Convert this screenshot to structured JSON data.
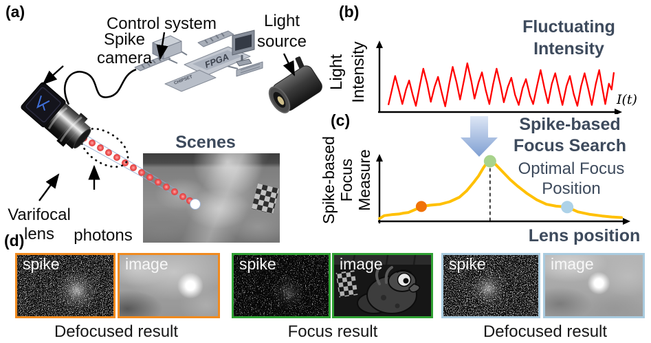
{
  "figure": {
    "panel_a": {
      "label": "(a)",
      "spike_camera_line1": "Spike",
      "spike_camera_line2": "camera",
      "control_system": "Control system",
      "light_line1": "Light",
      "light_line2": "source",
      "varifocal_line1": "Varifocal",
      "varifocal_line2": "lens",
      "photons": "photons",
      "scenes": "Scenes",
      "chip_fpga": "FPGA",
      "chip_chipset": "CHIPSET"
    },
    "panel_b": {
      "label": "(b)",
      "ylabel_line1": "Light",
      "ylabel_line2": "Intensity",
      "title_line1": "Fluctuating",
      "title_line2": "Intensity",
      "signal_label": "I(t)"
    },
    "panel_c": {
      "label": "(c)",
      "ylabel_line1": "Spike-based",
      "ylabel_line2": "Focus",
      "ylabel_line3": "Measure",
      "title_line1": "Spike-based",
      "title_line2": "Focus Search",
      "annotation_line1": "Optimal Focus",
      "annotation_line2": "Position",
      "xlabel": "Lens position"
    },
    "panel_d": {
      "label": "(d)",
      "groups": [
        {
          "caption": "Defocused result",
          "tile1": "spike",
          "tile2": "image",
          "border_color": "#F08A1E"
        },
        {
          "caption": "Focus result",
          "tile1": "spike",
          "tile2": "image",
          "border_color": "#2FA133"
        },
        {
          "caption": "Defocused result",
          "tile1": "spike",
          "tile2": "image",
          "border_color": "#A9CBDF"
        }
      ]
    }
  },
  "colors": {
    "heading_navy": "#3D4A5C",
    "wave_red": "#FF0000",
    "curve_yellow": "#FFC000",
    "photon_red": "#F25D5D",
    "flow_arrow_light": "#DDE6F5",
    "flow_arrow_dark": "#7F9FD2"
  },
  "chart_data": [
    {
      "id": "panel_b",
      "type": "line",
      "title": "Fluctuating Intensity",
      "ylabel": "Light Intensity",
      "xlabel": "I(t)",
      "axes_numeric": false,
      "grid": false,
      "xlim": [
        0,
        1
      ],
      "ylim": [
        0,
        1
      ],
      "series": [
        {
          "name": "fluctuating light intensity",
          "color": "#FF0000",
          "points_norm": [
            [
              0.0,
              0.08
            ],
            [
              0.015,
              0.4
            ],
            [
              0.03,
              0.72
            ],
            [
              0.048,
              0.38
            ],
            [
              0.062,
              0.1
            ],
            [
              0.078,
              0.42
            ],
            [
              0.092,
              0.62
            ],
            [
              0.108,
              0.3
            ],
            [
              0.122,
              0.06
            ],
            [
              0.14,
              0.52
            ],
            [
              0.155,
              0.88
            ],
            [
              0.172,
              0.55
            ],
            [
              0.188,
              0.15
            ],
            [
              0.205,
              0.48
            ],
            [
              0.22,
              0.7
            ],
            [
              0.238,
              0.32
            ],
            [
              0.252,
              0.05
            ],
            [
              0.27,
              0.55
            ],
            [
              0.285,
              0.92
            ],
            [
              0.302,
              0.58
            ],
            [
              0.318,
              0.2
            ],
            [
              0.335,
              0.62
            ],
            [
              0.35,
              1.0
            ],
            [
              0.368,
              0.6
            ],
            [
              0.382,
              0.22
            ],
            [
              0.4,
              0.58
            ],
            [
              0.415,
              0.8
            ],
            [
              0.432,
              0.4
            ],
            [
              0.448,
              0.1
            ],
            [
              0.465,
              0.55
            ],
            [
              0.48,
              0.88
            ],
            [
              0.498,
              0.5
            ],
            [
              0.512,
              0.14
            ],
            [
              0.53,
              0.48
            ],
            [
              0.545,
              0.68
            ],
            [
              0.562,
              0.3
            ],
            [
              0.578,
              0.08
            ],
            [
              0.595,
              0.45
            ],
            [
              0.61,
              0.65
            ],
            [
              0.628,
              0.28
            ],
            [
              0.642,
              0.1
            ],
            [
              0.66,
              0.52
            ],
            [
              0.675,
              0.85
            ],
            [
              0.692,
              0.45
            ],
            [
              0.708,
              0.12
            ],
            [
              0.725,
              0.55
            ],
            [
              0.74,
              0.78
            ],
            [
              0.758,
              0.38
            ],
            [
              0.772,
              0.08
            ],
            [
              0.79,
              0.5
            ],
            [
              0.805,
              0.72
            ],
            [
              0.822,
              0.32
            ],
            [
              0.838,
              0.06
            ],
            [
              0.855,
              0.5
            ],
            [
              0.87,
              0.78
            ],
            [
              0.888,
              0.4
            ],
            [
              0.902,
              0.08
            ],
            [
              0.92,
              0.55
            ],
            [
              0.935,
              0.85
            ],
            [
              0.95,
              0.42
            ],
            [
              0.962,
              0.1
            ],
            [
              0.978,
              0.55
            ],
            [
              0.99,
              0.42
            ],
            [
              1.0,
              0.8
            ]
          ]
        }
      ]
    },
    {
      "id": "panel_c",
      "type": "line",
      "title": "Spike-based Focus Search",
      "ylabel": "Spike-based Focus Measure",
      "xlabel": "Lens position",
      "axes_numeric": false,
      "grid": false,
      "xlim": [
        0,
        1
      ],
      "ylim": [
        0,
        1
      ],
      "series": [
        {
          "name": "spike-based focus measure",
          "color": "#FFC000",
          "points_norm": [
            [
              0.0,
              0.045
            ],
            [
              0.02,
              0.09
            ],
            [
              0.05,
              0.105
            ],
            [
              0.08,
              0.115
            ],
            [
              0.1,
              0.13
            ],
            [
              0.12,
              0.14
            ],
            [
              0.15,
              0.19
            ],
            [
              0.173,
              0.235
            ],
            [
              0.21,
              0.255
            ],
            [
              0.25,
              0.27
            ],
            [
              0.29,
              0.31
            ],
            [
              0.33,
              0.38
            ],
            [
              0.36,
              0.48
            ],
            [
              0.39,
              0.62
            ],
            [
              0.41,
              0.72
            ],
            [
              0.43,
              0.85
            ],
            [
              0.443,
              0.92
            ],
            [
              0.457,
              0.95
            ],
            [
              0.48,
              0.9
            ],
            [
              0.51,
              0.78
            ],
            [
              0.54,
              0.66
            ],
            [
              0.57,
              0.56
            ],
            [
              0.61,
              0.44
            ],
            [
              0.65,
              0.34
            ],
            [
              0.69,
              0.27
            ],
            [
              0.73,
              0.24
            ],
            [
              0.776,
              0.225
            ],
            [
              0.82,
              0.15
            ],
            [
              0.87,
              0.11
            ],
            [
              0.92,
              0.085
            ],
            [
              0.96,
              0.07
            ],
            [
              1.0,
              0.06
            ]
          ]
        }
      ],
      "markers": [
        {
          "name": "defocused-left",
          "color": "#F07207",
          "x": 0.173,
          "y": 0.235,
          "r": 8
        },
        {
          "name": "optimal-focus",
          "color": "#A8D38C",
          "x": 0.457,
          "y": 0.95,
          "r": 9
        },
        {
          "name": "defocused-right",
          "color": "#ADD2E8",
          "x": 0.776,
          "y": 0.225,
          "r": 9
        }
      ],
      "peak_dashed_x": 0.457,
      "annotation": "Optimal Focus Position"
    }
  ]
}
